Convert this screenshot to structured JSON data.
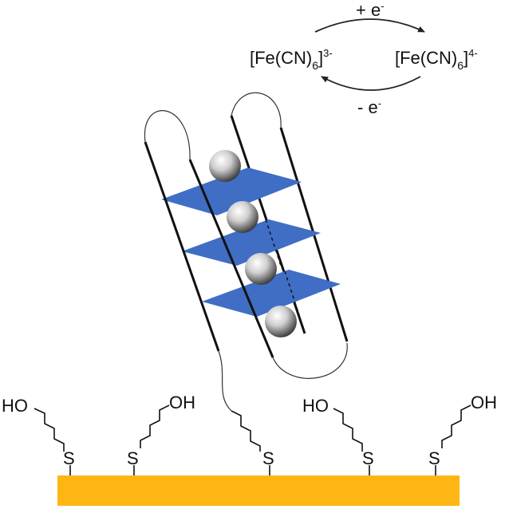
{
  "redox": {
    "oxidized": "[Fe(CN)",
    "oxidized_sub": "6",
    "oxidized_close": "]",
    "oxidized_charge": "3-",
    "reduced": "[Fe(CN)",
    "reduced_sub": "6",
    "reduced_close": "]",
    "reduced_charge": "4-",
    "top_arrow_label": "+ e",
    "top_arrow_sup": "-",
    "bottom_arrow_label": "- e",
    "bottom_arrow_sup": "-"
  },
  "monolayer": {
    "chains": [
      {
        "head": "HO",
        "anchor": "S"
      },
      {
        "head": "OH",
        "anchor": "S"
      },
      {
        "head": "",
        "anchor": "S"
      },
      {
        "head": "HO",
        "anchor": "S"
      },
      {
        "head": "OH",
        "anchor": "S"
      }
    ]
  },
  "colors": {
    "surface": "#FFB612",
    "plane": "#3F6EC4",
    "ink": "#111111"
  }
}
